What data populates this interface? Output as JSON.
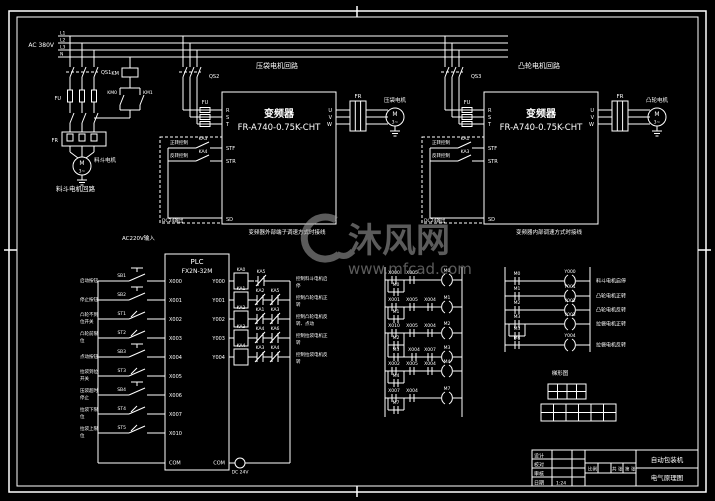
{
  "colors": {
    "background": "#000000",
    "line": "#ffffff",
    "watermark": "#a6a6a6"
  },
  "power": {
    "supply_label": "AC 380V",
    "phases": [
      "L1",
      "L2",
      "L3",
      "N"
    ]
  },
  "left_branch": {
    "breaker": "QS1",
    "fuse": "FU",
    "coil": "KM",
    "aux_contacts": [
      "KM0",
      "KM1"
    ],
    "thermal": "FR",
    "motor": "M",
    "motor_sub": "3~",
    "motor_label": "料斗电机",
    "caption": "料斗电机回路"
  },
  "inverters": [
    {
      "caption": "压袋电机回路",
      "breaker": "QS2",
      "fuse_label": "FU",
      "title": "变频器",
      "model": "FR-A740-0.75K-CHT",
      "in_terminals": [
        "R",
        "S",
        "T"
      ],
      "out_terminals": [
        "U",
        "V",
        "W"
      ],
      "ctrl_terminals": [
        "STF",
        "STR"
      ],
      "common_terminal": "SD",
      "contacts": [
        "KA3",
        "KA4"
      ],
      "contact_labels": [
        "正转控制",
        "反转控制"
      ],
      "dc_note": "DC24输出",
      "thermal": "FR",
      "motor": "M",
      "motor_sub": "3~",
      "motor_label": "压袋电机",
      "note": "变频器外部端子调速方式时接线"
    },
    {
      "caption": "凸轮电机回路",
      "breaker": "QS3",
      "fuse_label": "FU",
      "title": "变频器",
      "model": "FR-A740-0.75K-CHT",
      "in_terminals": [
        "R",
        "S",
        "T"
      ],
      "out_terminals": [
        "U",
        "V",
        "W"
      ],
      "ctrl_terminals": [
        "STF",
        "STR"
      ],
      "common_terminal": "SD",
      "contacts": [
        "KA1",
        "KA3"
      ],
      "contact_labels": [
        "正转控制",
        "反转控制"
      ],
      "dc_note": "DC24输出",
      "thermal": "FR",
      "motor": "M",
      "motor_sub": "3~",
      "motor_label": "凸轮电机",
      "note": "变频器内部调速方式时接线"
    }
  ],
  "plc": {
    "supply_note": "AC220V输入",
    "title": "PLC",
    "model": "FX2N-32M",
    "com_left": "COM",
    "com_right": "COM",
    "dc_label": "DC 24V",
    "inputs": [
      {
        "device": "SB1",
        "type": "button",
        "terminal": "X000",
        "label": "启动按钮"
      },
      {
        "device": "SB2",
        "type": "button",
        "terminal": "X001",
        "label": "停止按钮"
      },
      {
        "device": "ST1",
        "type": "limit",
        "terminal": "X002",
        "label": "凸轮不到位开关"
      },
      {
        "device": "ST2",
        "type": "limit",
        "terminal": "X003",
        "label": "凸轮前限位"
      },
      {
        "device": "SB3",
        "type": "button",
        "terminal": "X004",
        "label": "点动按钮"
      },
      {
        "device": "ST3",
        "type": "limit",
        "terminal": "X005",
        "label": "拉袋到位开关"
      },
      {
        "device": "SB4",
        "type": "button",
        "terminal": "X006",
        "label": "压袋超时停止"
      },
      {
        "device": "ST4",
        "type": "limit",
        "terminal": "X007",
        "label": "拉袋下限位"
      },
      {
        "device": "ST5",
        "type": "limit",
        "terminal": "X010",
        "label": "拉袋上限位"
      }
    ],
    "outputs": [
      {
        "terminal": "Y000",
        "coil": "KA0",
        "interlocks": [
          "KA5"
        ],
        "label": "控制料斗电机启停"
      },
      {
        "terminal": "Y001",
        "coil": "KA1",
        "interlocks": [
          "KA2",
          "KA5"
        ],
        "label": "控制凸轮电机正转"
      },
      {
        "terminal": "Y002",
        "coil": "KA2",
        "interlocks": [
          "KA1",
          "KA3"
        ],
        "label": "控制凸轮电机反转、点动"
      },
      {
        "terminal": "Y003",
        "coil": "KA3",
        "interlocks": [
          "KA4",
          "KA6"
        ],
        "label": "控制拉袋电机正转"
      },
      {
        "terminal": "Y004",
        "coil": "KA4",
        "interlocks": [
          "KA3",
          "KA4"
        ],
        "label": "控制拉袋电机反转"
      }
    ]
  },
  "ladder1": {
    "rungs": [
      {
        "contacts": [
          "X000",
          "X005"
        ],
        "coil": "M0",
        "seals": [
          "M0"
        ]
      },
      {
        "contacts": [
          "X001",
          "X005",
          "X004"
        ],
        "coil": "M1",
        "seals": [
          "M1"
        ]
      },
      {
        "contacts": [
          "X010",
          "X005",
          "X004"
        ],
        "coil": "M2",
        "seals": [
          "M2",
          "M3"
        ],
        "branch": {
          "contacts": [
            "X004",
            "X007"
          ],
          "coil": "M3"
        }
      },
      {
        "contacts": [
          "X002",
          "X005",
          "X004"
        ],
        "coil": "M4",
        "seals": [
          "M4"
        ]
      },
      {
        "contacts": [
          "X007",
          "X004"
        ],
        "coil": "M7",
        "seals": [
          "M7"
        ]
      }
    ]
  },
  "ladder2": {
    "note": "梯形图",
    "rungs": [
      {
        "contacts": [
          "M0"
        ],
        "coil": "Y000",
        "label": "料斗电机启停"
      },
      {
        "contacts": [
          "M1"
        ],
        "coil": "Y001",
        "label": "凸轮电机正转"
      },
      {
        "contacts": [
          "M2"
        ],
        "coil": "Y002",
        "label": "凸轮电机反转"
      },
      {
        "contacts": [
          "M3"
        ],
        "coil": "Y003",
        "label": "拉袋电机正转",
        "seal": "M3"
      },
      {
        "contacts": [
          "M4"
        ],
        "coil": "Y004",
        "label": "拉袋电机反转"
      }
    ]
  },
  "titleblock": {
    "rows": [
      "设计",
      "校对",
      "审核",
      "日期"
    ],
    "scale_label": "比例",
    "scale": "1:24",
    "sheet": "共 张",
    "sheet2": "第 张",
    "project": "自动包装机",
    "sheet_name": "电气原理图"
  },
  "watermark": {
    "brand": "沐风网",
    "url": "www.mfcad.com"
  }
}
